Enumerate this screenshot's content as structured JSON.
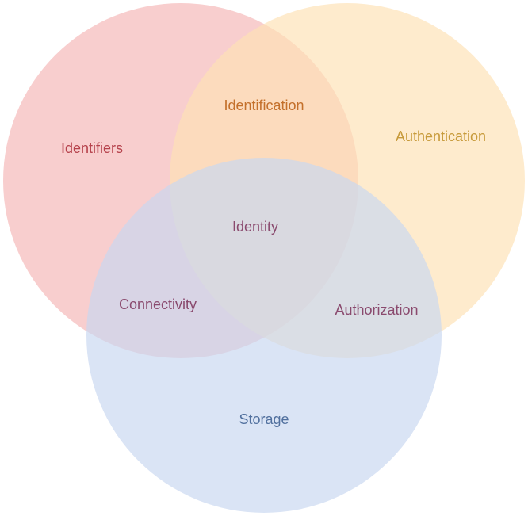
{
  "diagram": {
    "type": "venn",
    "sets": [
      {
        "id": "identifiers",
        "label": "Identifiers",
        "fill": "#f4b7b7",
        "text_color": "#b5414b"
      },
      {
        "id": "authentication",
        "label": "Authentication",
        "fill": "#fde2b6",
        "text_color": "#c79a3a"
      },
      {
        "id": "storage",
        "label": "Storage",
        "fill": "#c9d7f0",
        "text_color": "#51709e"
      }
    ],
    "overlaps": [
      {
        "id": "identification",
        "sets": [
          "identifiers",
          "authentication"
        ],
        "label": "Identification",
        "text_color": "#c4702b"
      },
      {
        "id": "connectivity",
        "sets": [
          "identifiers",
          "storage"
        ],
        "label": "Connectivity",
        "text_color": "#8a4a6e"
      },
      {
        "id": "authorization",
        "sets": [
          "authentication",
          "storage"
        ],
        "label": "Authorization",
        "text_color": "#8a4a6e"
      },
      {
        "id": "identity",
        "sets": [
          "identifiers",
          "authentication",
          "storage"
        ],
        "label": "Identity",
        "text_color": "#8a4a6e"
      }
    ]
  }
}
